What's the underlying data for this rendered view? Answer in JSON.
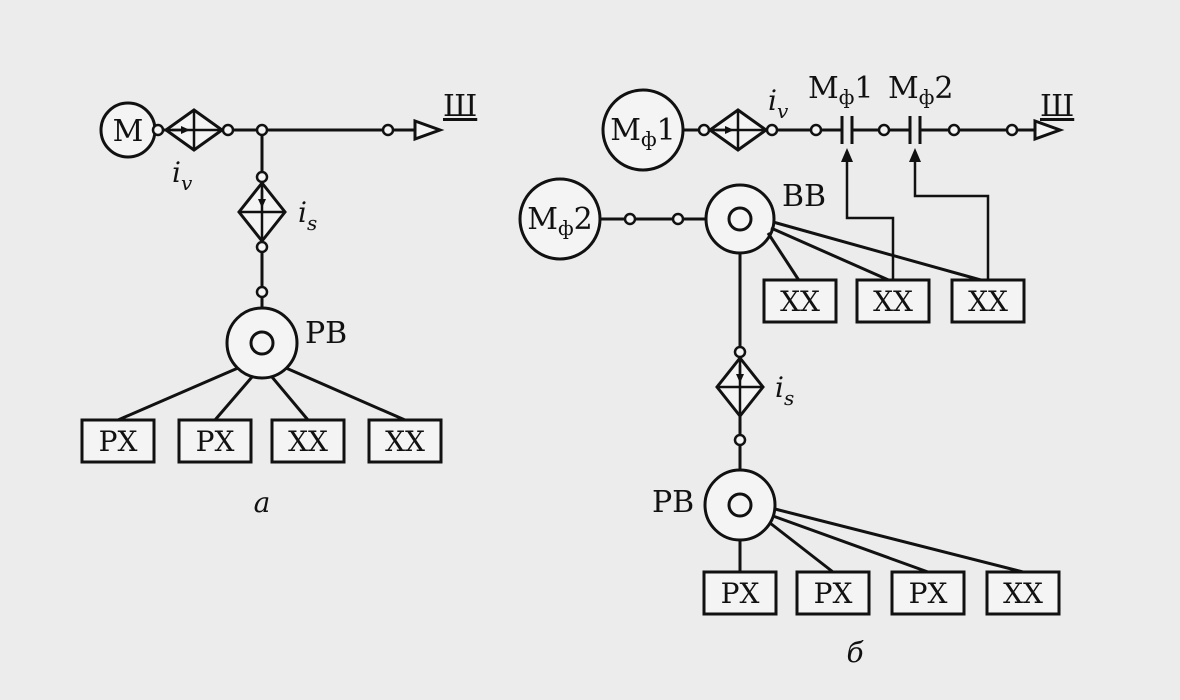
{
  "diagram_a": {
    "motor": "М",
    "output": "Ш",
    "iv": "i",
    "iv_sub": "v",
    "is": "i",
    "is_sub": "s",
    "distributor": "РВ",
    "boxes": [
      "РХ",
      "РХ",
      "ХХ",
      "ХХ"
    ],
    "caption": "а"
  },
  "diagram_b": {
    "motor1_main": "М",
    "motor1_sub": "ф",
    "motor1_num": "1",
    "motor2_main": "М",
    "motor2_sub": "ф",
    "motor2_num": "2",
    "clutch1_main": "М",
    "clutch1_sub": "ф",
    "clutch1_num": "1",
    "clutch2_main": "М",
    "clutch2_sub": "ф",
    "clutch2_num": "2",
    "output": "Ш",
    "iv": "i",
    "iv_sub": "v",
    "is": "i",
    "is_sub": "s",
    "aux_distributor": "ВВ",
    "aux_boxes": [
      "ХХ",
      "ХХ",
      "ХХ"
    ],
    "distributor": "РВ",
    "boxes": [
      "РХ",
      "РХ",
      "РХ",
      "ХХ"
    ],
    "caption": "б"
  }
}
